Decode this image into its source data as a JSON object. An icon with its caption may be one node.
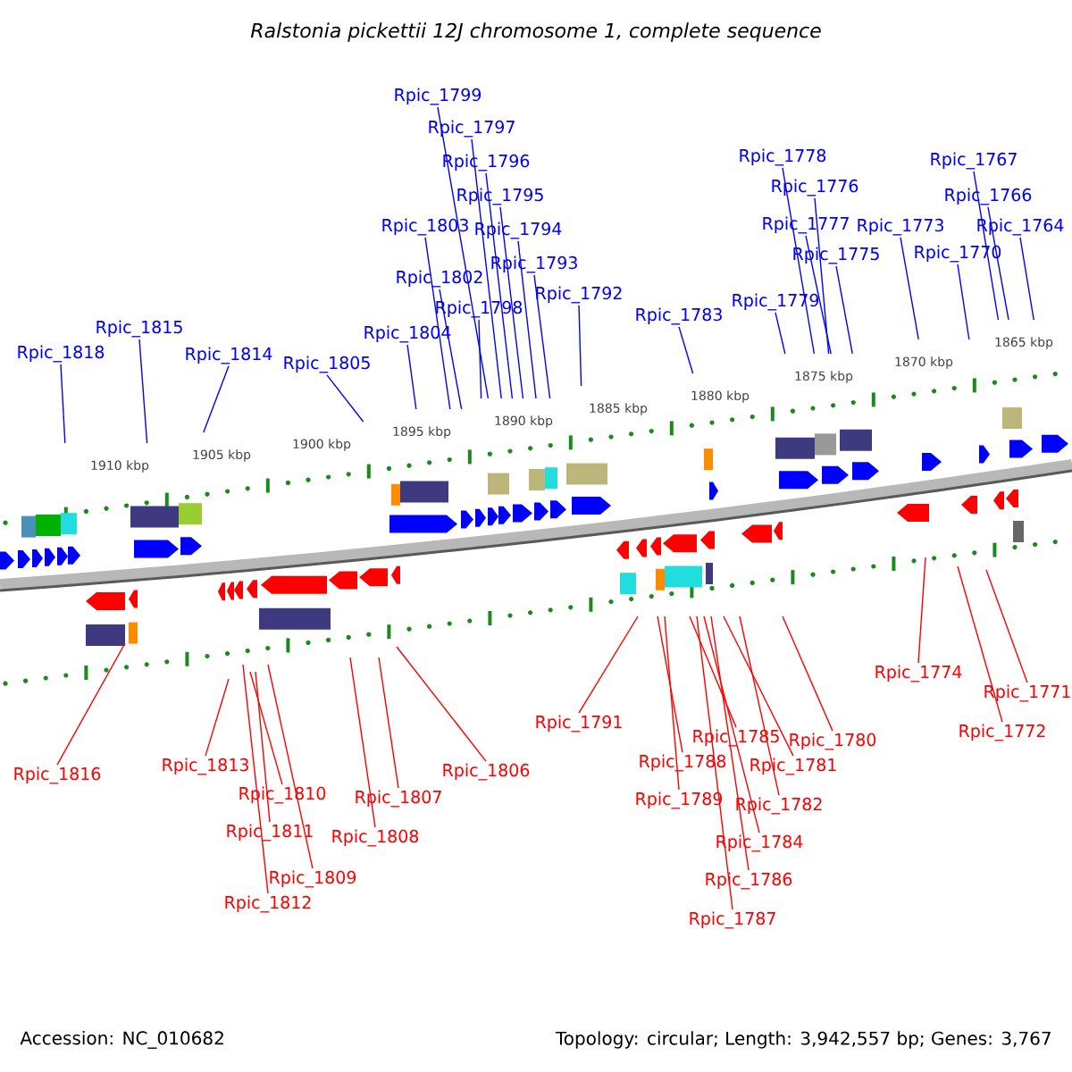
{
  "diagram": {
    "title": "Ralstonia pickettii 12J chromosome 1, complete sequence",
    "nodes": [
      {
        "text": [
          "Rpic_1818"
        ]
      },
      {
        "text": [
          "Rpic_1815"
        ]
      },
      {
        "text": [
          "Rpic_1814"
        ]
      },
      {
        "text": [
          "Rpic_1805"
        ]
      },
      {
        "text": [
          "Rpic_1804"
        ]
      },
      {
        "text": [
          "Rpic_1803"
        ]
      },
      {
        "text": [
          "Rpic_1802"
        ]
      },
      {
        "text": [
          "Rpic_1798"
        ]
      },
      {
        "text": [
          "Rpic_1799"
        ]
      },
      {
        "text": [
          "Rpic_1797"
        ]
      },
      {
        "text": [
          "Rpic_1796"
        ]
      },
      {
        "text": [
          "Rpic_1795"
        ]
      },
      {
        "text": [
          "Rpic_1794"
        ]
      },
      {
        "text": [
          "Rpic_1793"
        ]
      },
      {
        "text": [
          "Rpic_1792"
        ]
      },
      {
        "text": [
          "Rpic_1783"
        ]
      },
      {
        "text": [
          "Rpic_1779"
        ]
      },
      {
        "text": [
          "Rpic_1778"
        ]
      },
      {
        "text": [
          "Rpic_1776"
        ]
      },
      {
        "text": [
          "Rpic_1777"
        ]
      },
      {
        "text": [
          "Rpic_1775"
        ]
      },
      {
        "text": [
          "Rpic_1773"
        ]
      },
      {
        "text": [
          "Rpic_1770"
        ]
      },
      {
        "text": [
          "Rpic_1767"
        ]
      },
      {
        "text": [
          "Rpic_1766"
        ]
      },
      {
        "text": [
          "Rpic_1764"
        ]
      },
      {
        "text": [
          "Rpic_1816"
        ]
      },
      {
        "text": [
          "Rpic_1813"
        ]
      },
      {
        "text": [
          "Rpic_1810"
        ]
      },
      {
        "text": [
          "Rpic_1811"
        ]
      },
      {
        "text": [
          "Rpic_1812"
        ]
      },
      {
        "text": [
          "Rpic_1809"
        ]
      },
      {
        "text": [
          "Rpic_1808"
        ]
      },
      {
        "text": [
          "Rpic_1807"
        ]
      },
      {
        "text": [
          "Rpic_1806"
        ]
      },
      {
        "text": [
          "Rpic_1791"
        ]
      },
      {
        "text": [
          "Rpic_1788"
        ]
      },
      {
        "text": [
          "Rpic_1789"
        ]
      },
      {
        "text": [
          "Rpic_1785"
        ]
      },
      {
        "text": [
          "Rpic_1784"
        ]
      },
      {
        "text": [
          "Rpic_1786"
        ]
      },
      {
        "text": [
          "Rpic_1787"
        ]
      },
      {
        "text": [
          "Rpic_1781"
        ]
      },
      {
        "text": [
          "Rpic_1782"
        ]
      },
      {
        "text": [
          "Rpic_1780"
        ]
      },
      {
        "text": [
          "Rpic_1774"
        ]
      },
      {
        "text": [
          "Rpic_1772"
        ]
      },
      {
        "text": [
          "Rpic_1771"
        ]
      }
    ],
    "edges": [
      {
        "from": 0,
        "to": null,
        "arrow": "none"
      },
      {
        "from": 1,
        "to": null,
        "arrow": "none"
      },
      {
        "from": 2,
        "to": null,
        "arrow": "none"
      },
      {
        "from": 3,
        "to": null,
        "arrow": "none"
      },
      {
        "from": 4,
        "to": null,
        "arrow": "none"
      },
      {
        "from": 5,
        "to": null,
        "arrow": "none"
      },
      {
        "from": 6,
        "to": null,
        "arrow": "none"
      },
      {
        "from": 7,
        "to": null,
        "arrow": "none"
      },
      {
        "from": 8,
        "to": null,
        "arrow": "none"
      },
      {
        "from": 9,
        "to": null,
        "arrow": "none"
      },
      {
        "from": 10,
        "to": null,
        "arrow": "none"
      },
      {
        "from": 11,
        "to": null,
        "arrow": "none"
      },
      {
        "from": 12,
        "to": null,
        "arrow": "none"
      },
      {
        "from": 13,
        "to": null,
        "arrow": "none"
      },
      {
        "from": 14,
        "to": null,
        "arrow": "none"
      },
      {
        "from": 15,
        "to": null,
        "arrow": "none"
      },
      {
        "from": 16,
        "to": null,
        "arrow": "none"
      },
      {
        "from": 17,
        "to": null,
        "arrow": "none"
      },
      {
        "from": 18,
        "to": null,
        "arrow": "none"
      },
      {
        "from": 19,
        "to": null,
        "arrow": "none"
      },
      {
        "from": 20,
        "to": null,
        "arrow": "none"
      },
      {
        "from": 21,
        "to": null,
        "arrow": "none"
      },
      {
        "from": 22,
        "to": null,
        "arrow": "none"
      },
      {
        "from": 23,
        "to": null,
        "arrow": "none"
      },
      {
        "from": 24,
        "to": null,
        "arrow": "none"
      },
      {
        "from": 25,
        "to": null,
        "arrow": "none"
      },
      {
        "from": 26,
        "to": null,
        "arrow": "none",
        "color": "#ff0000"
      },
      {
        "from": 27,
        "to": null,
        "arrow": "none",
        "color": "#ff0000"
      },
      {
        "from": 28,
        "to": null,
        "arrow": "none",
        "color": "#ff0000"
      },
      {
        "from": 29,
        "to": null,
        "arrow": "none",
        "color": "#ff0000"
      },
      {
        "from": 30,
        "to": null,
        "arrow": "none",
        "color": "#ff0000"
      },
      {
        "from": 31,
        "to": null,
        "arrow": "none",
        "color": "#ff0000"
      },
      {
        "from": 32,
        "to": null,
        "arrow": "none",
        "color": "#ff0000"
      },
      {
        "from": 33,
        "to": null,
        "arrow": "none",
        "color": "#ff0000"
      },
      {
        "from": 34,
        "to": null,
        "arrow": "none",
        "color": "#ff0000"
      },
      {
        "from": 35,
        "to": null,
        "arrow": "none",
        "color": "#ff0000"
      },
      {
        "from": 36,
        "to": null,
        "arrow": "none",
        "color": "#ff0000"
      },
      {
        "from": 37,
        "to": null,
        "arrow": "none",
        "color": "#ff0000"
      },
      {
        "from": 38,
        "to": null,
        "arrow": "none",
        "color": "#ff0000"
      },
      {
        "from": 39,
        "to": null,
        "arrow": "none",
        "color": "#ff0000"
      },
      {
        "from": 40,
        "to": null,
        "arrow": "none",
        "color": "#ff0000"
      },
      {
        "from": 41,
        "to": null,
        "arrow": "none",
        "color": "#ff0000"
      },
      {
        "from": 42,
        "to": null,
        "arrow": "none",
        "color": "#ff0000"
      },
      {
        "from": 43,
        "to": null,
        "arrow": "none",
        "color": "#ff0000"
      },
      {
        "from": 44,
        "to": null,
        "arrow": "none",
        "color": "#ff0000"
      },
      {
        "from": 45,
        "to": null,
        "arrow": "none",
        "color": "#ff0000"
      },
      {
        "from": 46,
        "to": null,
        "arrow": "none",
        "color": "#ff0000"
      },
      {
        "from": 47,
        "to": null,
        "arrow": "none",
        "color": "#ff0000"
      }
    ],
    "labels": [
      "1910 kbp",
      "1905 kbp",
      "1900 kbp",
      "1895 kbp",
      "1890 kbp",
      "1885 kbp",
      "1880 kbp",
      "1875 kbp",
      "1870 kbp",
      "1865 kbp",
      "Accession: NC_010682",
      "Topology: circular; Length: 3,942,557 bp; Genes: 3,767"
    ]
  }
}
